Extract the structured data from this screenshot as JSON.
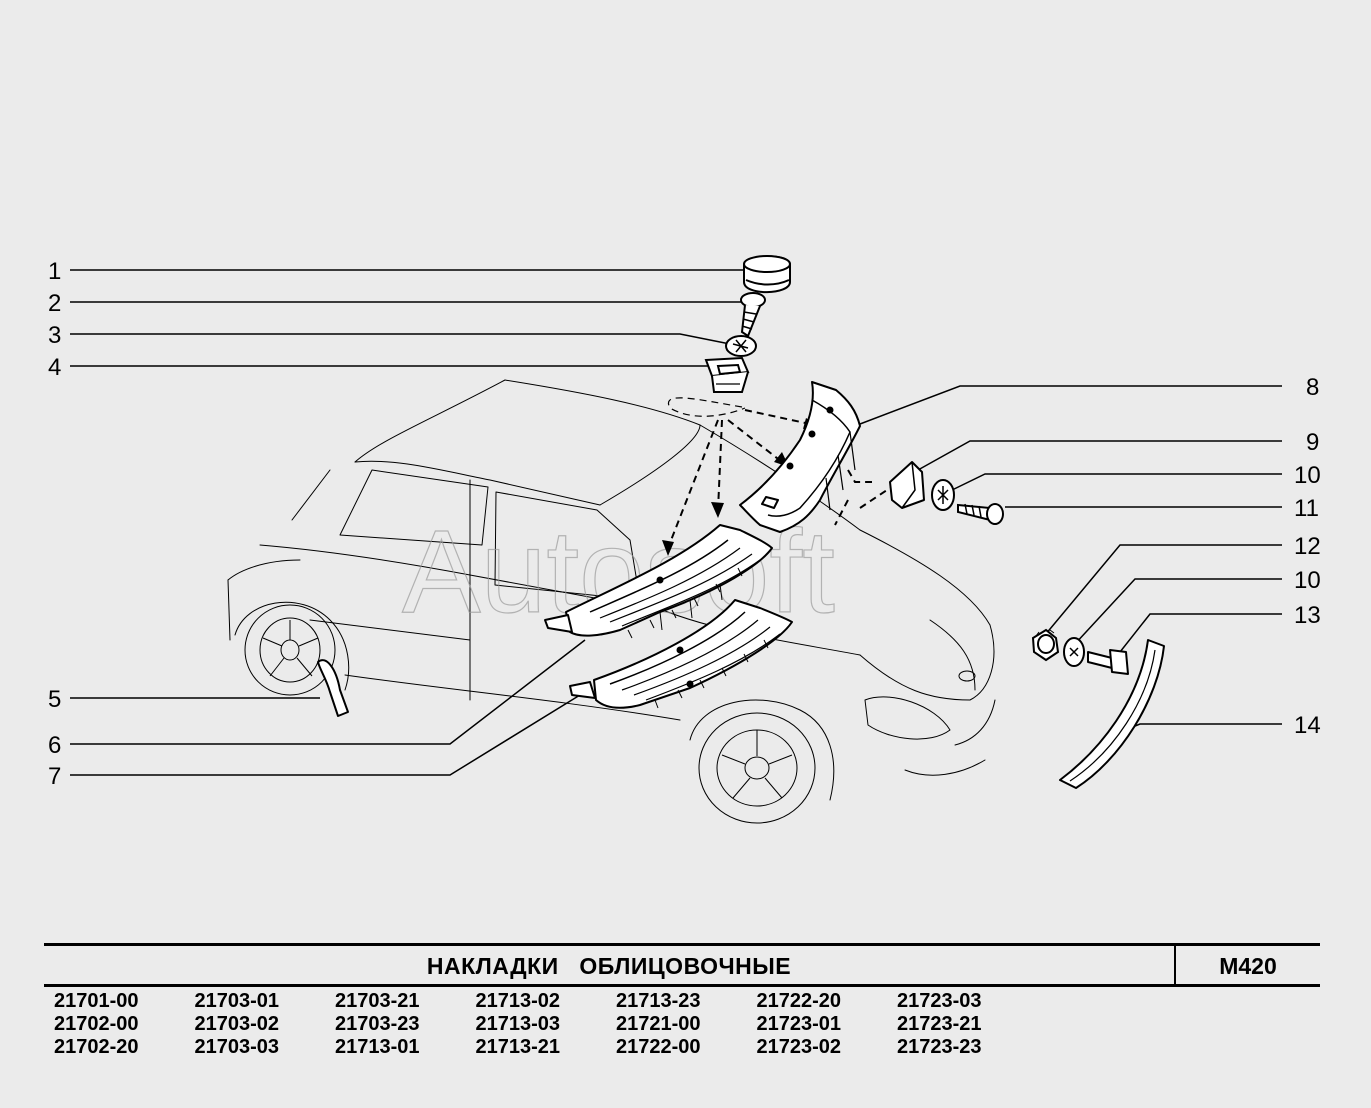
{
  "watermark": "Autosoft",
  "callouts": [
    "1",
    "2",
    "3",
    "4",
    "5",
    "6",
    "7",
    "8",
    "9",
    "10",
    "11",
    "12",
    "10",
    "13",
    "14"
  ],
  "title": "НАКЛАДКИ   ОБЛИЦОВОЧНЫЕ",
  "model_code": "М420",
  "variant_columns": [
    [
      "21701-00",
      "21702-00",
      "21702-20"
    ],
    [
      "21703-01",
      "21703-02",
      "21703-03"
    ],
    [
      "21703-21",
      "21703-23",
      "21713-01"
    ],
    [
      "21713-02",
      "21713-03",
      "21713-21"
    ],
    [
      "21713-23",
      "21721-00",
      "21722-00"
    ],
    [
      "21722-20",
      "21723-01",
      "21723-02"
    ],
    [
      "21723-03",
      "21723-21",
      "21723-23"
    ]
  ],
  "colors": {
    "background": "#ebebeb",
    "ink": "#000000",
    "watermark": "#9a9a9a"
  }
}
